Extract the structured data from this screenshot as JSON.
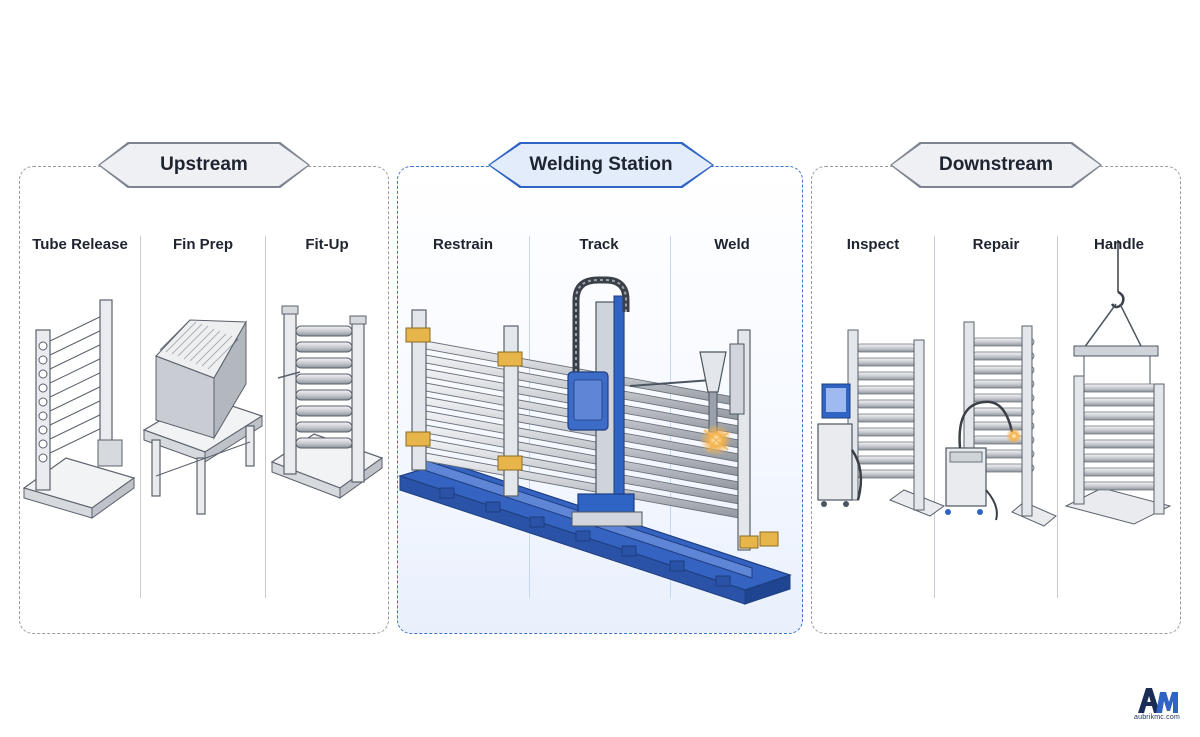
{
  "groups": {
    "upstream": {
      "title": "Upstream",
      "steps": [
        "Tube Release",
        "Fin Prep",
        "Fit-Up"
      ]
    },
    "welding": {
      "title": "Welding Station",
      "steps": [
        "Restrain",
        "Track",
        "Weld"
      ]
    },
    "downstream": {
      "title": "Downstream",
      "steps": [
        "Inspect",
        "Repair",
        "Handle"
      ]
    }
  },
  "brand": {
    "mark": "AM",
    "site": "aubrikmc.com"
  },
  "colors": {
    "accent_blue": "#2f63c4",
    "frame_gray": "#9a9a9a",
    "clamp_orange": "#e7b54a",
    "weld_glow": "#f4b24a"
  }
}
